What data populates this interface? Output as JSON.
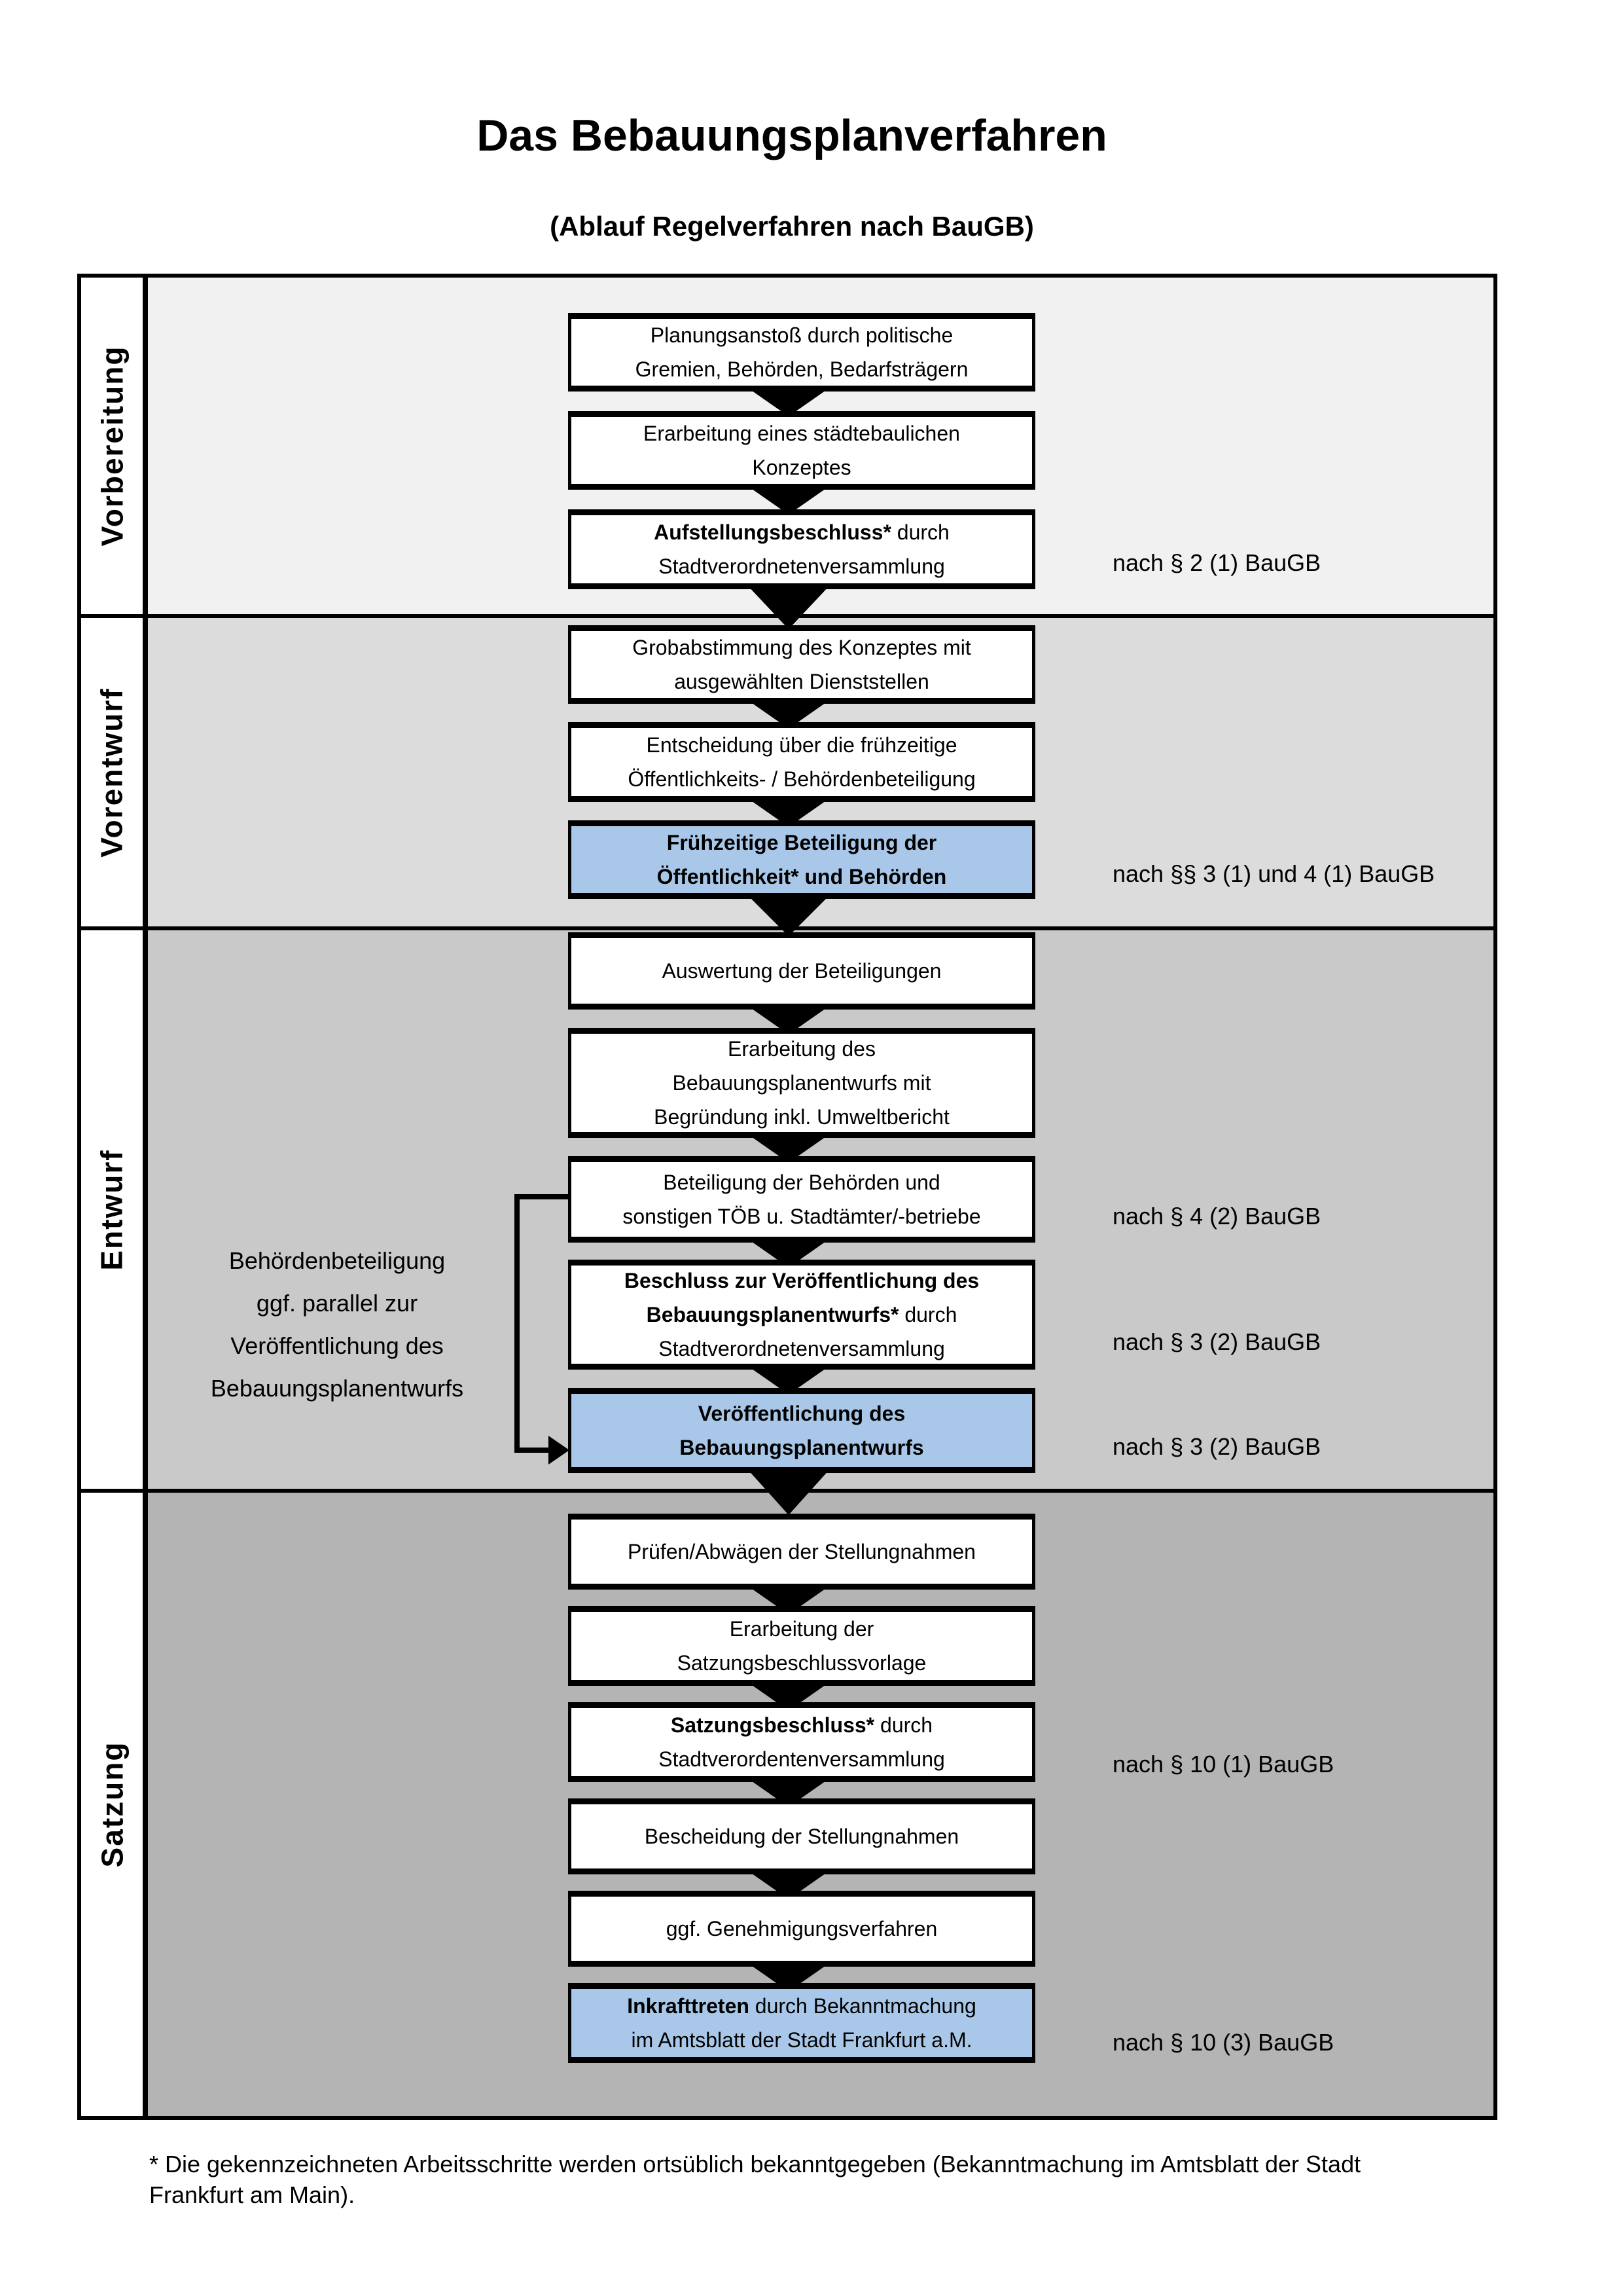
{
  "page": {
    "title": "Das Bebauungsplanverfahren",
    "subtitle": "(Ablauf Regelverfahren nach BauGB)",
    "footnote_line1": "* Die gekennzeichneten Arbeitsschritte werden ortsüblich bekanntgegeben (Bekanntmachung im Amtsblatt  der Stadt",
    "footnote_line2": "Frankfurt am Main)."
  },
  "colors": {
    "highlight_box": "#a9c8e9",
    "box_border": "#000000",
    "section_vorbereitung": "#f1f1f1",
    "section_vorentwurf": "#dcdcdc",
    "section_entwurf": "#c9c9c9",
    "section_satzung": "#b4b4b4"
  },
  "sections": [
    {
      "label": "Vorbereitung",
      "bg": "#f1f1f1"
    },
    {
      "label": "Vorentwurf",
      "bg": "#dcdcdc"
    },
    {
      "label": "Entwurf",
      "bg": "#c9c9c9"
    },
    {
      "label": "Satzung",
      "bg": "#b4b4b4"
    }
  ],
  "steps": [
    {
      "name": "planungsanstoss",
      "section": 0,
      "highlight": false,
      "lines": [
        [
          {
            "t": "Planungsanstoß durch politische",
            "b": false
          }
        ],
        [
          {
            "t": "Gremien, Behörden, Bedarfsträgern",
            "b": false
          }
        ]
      ]
    },
    {
      "name": "staedtebauliches-konzept",
      "section": 0,
      "highlight": false,
      "lines": [
        [
          {
            "t": "Erarbeitung eines städtebaulichen",
            "b": false
          }
        ],
        [
          {
            "t": "Konzeptes",
            "b": false
          }
        ]
      ]
    },
    {
      "name": "aufstellungsbeschluss",
      "section": 0,
      "highlight": false,
      "lines": [
        [
          {
            "t": "Aufstellungsbeschluss*",
            "b": true
          },
          {
            "t": " durch",
            "b": false
          }
        ],
        [
          {
            "t": "Stadtverordnetenversammlung",
            "b": false
          }
        ]
      ]
    },
    {
      "name": "grobabstimmung",
      "section": 1,
      "highlight": false,
      "lines": [
        [
          {
            "t": "Grobabstimmung des Konzeptes mit",
            "b": false
          }
        ],
        [
          {
            "t": "ausgewählten Dienststellen",
            "b": false
          }
        ]
      ]
    },
    {
      "name": "entscheidung-fruehzeitige-beteiligung",
      "section": 1,
      "highlight": false,
      "lines": [
        [
          {
            "t": "Entscheidung über die frühzeitige",
            "b": false
          }
        ],
        [
          {
            "t": "Öffentlichkeits- / Behördenbeteiligung",
            "b": false
          }
        ]
      ]
    },
    {
      "name": "fruehzeitige-beteiligung",
      "section": 1,
      "highlight": true,
      "lines": [
        [
          {
            "t": "Frühzeitige Beteiligung der",
            "b": true
          }
        ],
        [
          {
            "t": "Öffentlichkeit* und Behörden",
            "b": true
          }
        ]
      ]
    },
    {
      "name": "auswertung-beteiligungen",
      "section": 2,
      "highlight": false,
      "lines": [
        [
          {
            "t": "Auswertung der Beteiligungen",
            "b": false
          }
        ]
      ]
    },
    {
      "name": "erarbeitung-bebauungsplanentwurf",
      "section": 2,
      "highlight": false,
      "lines": [
        [
          {
            "t": "Erarbeitung des",
            "b": false
          }
        ],
        [
          {
            "t": "Bebauungsplanentwurfs mit",
            "b": false
          }
        ],
        [
          {
            "t": "Begründung inkl. Umweltbericht",
            "b": false
          }
        ]
      ]
    },
    {
      "name": "beteiligung-behoerden-toeb",
      "section": 2,
      "highlight": false,
      "lines": [
        [
          {
            "t": "Beteiligung der Behörden und",
            "b": false
          }
        ],
        [
          {
            "t": "sonstigen TÖB u. Stadtämter/-betriebe",
            "b": false
          }
        ]
      ]
    },
    {
      "name": "beschluss-veroeffentlichung",
      "section": 2,
      "highlight": false,
      "lines": [
        [
          {
            "t": "Beschluss zur Veröffentlichung des",
            "b": true
          }
        ],
        [
          {
            "t": "Bebauungsplanentwurfs*",
            "b": true
          },
          {
            "t": " durch",
            "b": false
          }
        ],
        [
          {
            "t": "Stadtverordnetenversammlung",
            "b": false
          }
        ]
      ]
    },
    {
      "name": "veroeffentlichung-entwurf",
      "section": 2,
      "highlight": true,
      "lines": [
        [
          {
            "t": "Veröffentlichung des",
            "b": true
          }
        ],
        [
          {
            "t": "Bebauungsplanentwurfs",
            "b": true
          }
        ]
      ]
    },
    {
      "name": "pruefen-abwaegen",
      "section": 3,
      "highlight": false,
      "lines": [
        [
          {
            "t": "Prüfen/Abwägen der Stellungnahmen",
            "b": false
          }
        ]
      ]
    },
    {
      "name": "satzungsbeschlussvorlage",
      "section": 3,
      "highlight": false,
      "lines": [
        [
          {
            "t": "Erarbeitung der",
            "b": false
          }
        ],
        [
          {
            "t": "Satzungsbeschlussvorlage",
            "b": false
          }
        ]
      ]
    },
    {
      "name": "satzungsbeschluss",
      "section": 3,
      "highlight": false,
      "lines": [
        [
          {
            "t": "Satzungsbeschluss*",
            "b": true
          },
          {
            "t": " durch",
            "b": false
          }
        ],
        [
          {
            "t": "Stadtverordentenversammlung",
            "b": false
          }
        ]
      ]
    },
    {
      "name": "bescheidung-stellungnahmen",
      "section": 3,
      "highlight": false,
      "lines": [
        [
          {
            "t": "Bescheidung der Stellungnahmen",
            "b": false
          }
        ]
      ]
    },
    {
      "name": "genehmigungsverfahren",
      "section": 3,
      "highlight": false,
      "lines": [
        [
          {
            "t": "ggf. Genehmigungsverfahren",
            "b": false
          }
        ]
      ]
    },
    {
      "name": "inkrafttreten",
      "section": 3,
      "highlight": true,
      "lines": [
        [
          {
            "t": "Inkrafttreten",
            "b": true
          },
          {
            "t": " durch Bekanntmachung",
            "b": false
          }
        ],
        [
          {
            "t": "im Amtsblatt der Stadt Frankfurt a.M.",
            "b": false
          }
        ]
      ]
    }
  ],
  "annotations": [
    {
      "text": "nach § 2 (1) BauGB"
    },
    {
      "text": "nach §§ 3 (1) und 4 (1) BauGB"
    },
    {
      "text": "nach § 4 (2) BauGB"
    },
    {
      "text": "nach § 3 (2) BauGB"
    },
    {
      "text": "nach § 3 (2) BauGB"
    },
    {
      "text": "nach § 10 (1) BauGB"
    },
    {
      "text": "nach § 10 (3) BauGB"
    }
  ],
  "side_note": {
    "lines": [
      "Behördenbeteiligung",
      "ggf. parallel zur",
      "Veröffentlichung des",
      "Bebauungsplanentwurfs"
    ]
  }
}
